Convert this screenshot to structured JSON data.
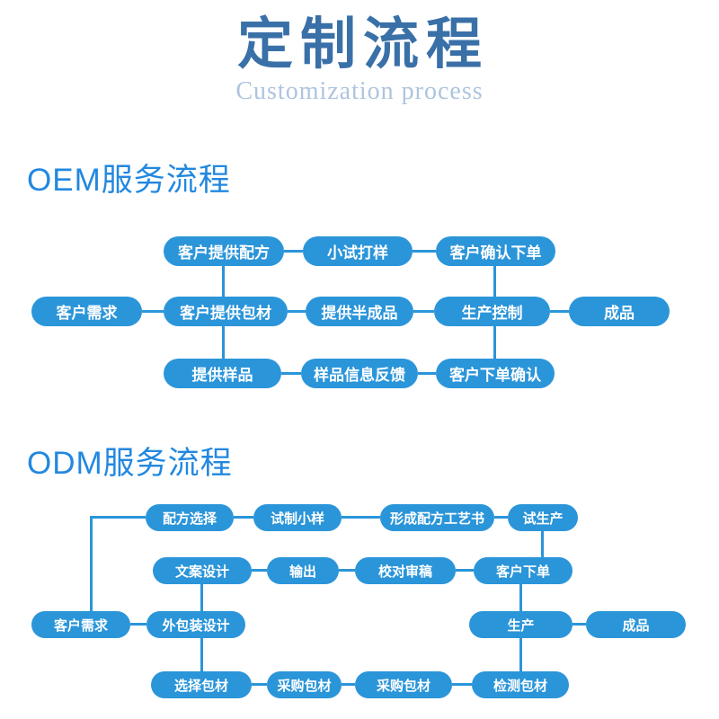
{
  "title": {
    "main": "定制流程",
    "subtitle": "Customization process"
  },
  "colors": {
    "pill_fill": "#2b95d9",
    "connector_line": "#2b95d9",
    "title_text": "#3a70a8",
    "subtitle_text": "#aec4de",
    "section_header_text": "#2288e0",
    "pill_label_text": "#ffffff",
    "background": "#ffffff"
  },
  "oem": {
    "header": "OEM服务流程",
    "nodes": [
      {
        "id": "o1",
        "label": "客户提供配方"
      },
      {
        "id": "o2",
        "label": "小试打样"
      },
      {
        "id": "o3",
        "label": "客户确认下单"
      },
      {
        "id": "o4",
        "label": "客户需求"
      },
      {
        "id": "o5",
        "label": "客户提供包材"
      },
      {
        "id": "o6",
        "label": "提供半成品"
      },
      {
        "id": "o7",
        "label": "生产控制"
      },
      {
        "id": "o8",
        "label": "成品"
      },
      {
        "id": "o9",
        "label": "提供样品"
      },
      {
        "id": "o10",
        "label": "样品信息反馈"
      },
      {
        "id": "o11",
        "label": "客户下单确认"
      }
    ],
    "edges": [
      [
        "o1",
        "o2"
      ],
      [
        "o2",
        "o3"
      ],
      [
        "o4",
        "o5"
      ],
      [
        "o5",
        "o6"
      ],
      [
        "o6",
        "o7"
      ],
      [
        "o7",
        "o8"
      ],
      [
        "o9",
        "o10"
      ],
      [
        "o10",
        "o11"
      ],
      [
        "o1",
        "o5"
      ],
      [
        "o5",
        "o9"
      ],
      [
        "o3",
        "o7"
      ],
      [
        "o7",
        "o11"
      ]
    ]
  },
  "odm": {
    "header": "ODM服务流程",
    "nodes": [
      {
        "id": "d1",
        "label": "配方选择"
      },
      {
        "id": "d2",
        "label": "试制小样"
      },
      {
        "id": "d3",
        "label": "形成配方工艺书"
      },
      {
        "id": "d4",
        "label": "试生产"
      },
      {
        "id": "d5",
        "label": "文案设计"
      },
      {
        "id": "d6",
        "label": "输出"
      },
      {
        "id": "d7",
        "label": "校对审稿"
      },
      {
        "id": "d8",
        "label": "客户下单"
      },
      {
        "id": "d9",
        "label": "客户需求"
      },
      {
        "id": "d10",
        "label": "外包装设计"
      },
      {
        "id": "d11",
        "label": "生产"
      },
      {
        "id": "d12",
        "label": "成品"
      },
      {
        "id": "d13",
        "label": "选择包材"
      },
      {
        "id": "d14",
        "label": "采购包材"
      },
      {
        "id": "d15",
        "label": "采购包材"
      },
      {
        "id": "d16",
        "label": "检测包材"
      }
    ],
    "edges": [
      [
        "d1",
        "d2"
      ],
      [
        "d2",
        "d3"
      ],
      [
        "d3",
        "d4"
      ],
      [
        "d9",
        "d1"
      ],
      [
        "d4",
        "d8"
      ],
      [
        "d5",
        "d6"
      ],
      [
        "d6",
        "d7"
      ],
      [
        "d7",
        "d8"
      ],
      [
        "d5",
        "d10"
      ],
      [
        "d9",
        "d10"
      ],
      [
        "d8",
        "d11"
      ],
      [
        "d11",
        "d12"
      ],
      [
        "d10",
        "d13"
      ],
      [
        "d11",
        "d16"
      ],
      [
        "d13",
        "d14"
      ],
      [
        "d14",
        "d15"
      ],
      [
        "d15",
        "d16"
      ]
    ]
  }
}
